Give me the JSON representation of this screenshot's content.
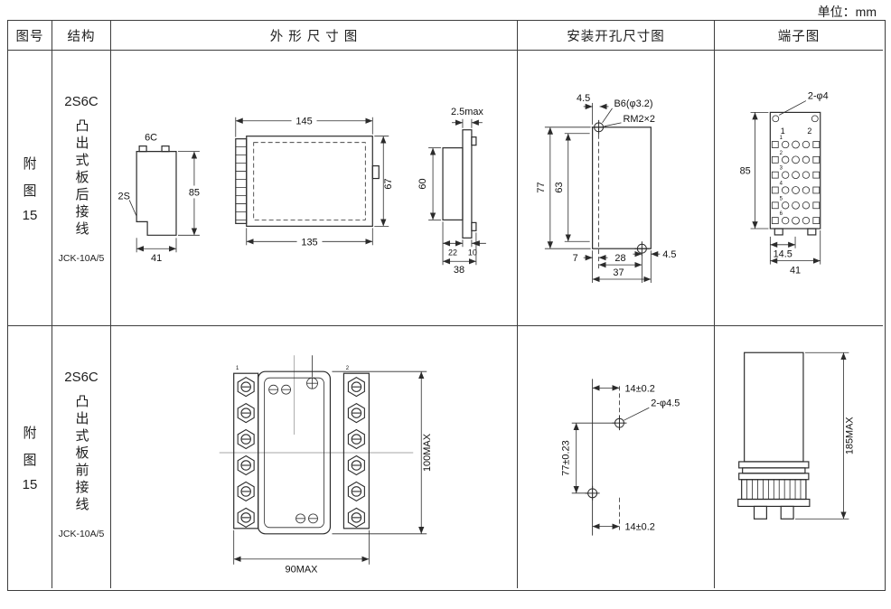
{
  "unit": "单位：mm",
  "headers": [
    "图号",
    "结构",
    "外 形 尺 寸 图",
    "安装开孔尺寸图",
    "端子图"
  ],
  "rows": [
    {
      "fig": [
        "附",
        "图",
        "15"
      ],
      "model": "2S6C",
      "wiring": "凸出式板后接线",
      "part": "JCK-10A/5",
      "outline": {
        "tab": "6C",
        "case": "2S",
        "h": "85",
        "w": "41",
        "l_total": "145",
        "l_body": "135",
        "depth": "67",
        "panel_t": "2.5max",
        "front_h": "60",
        "a": "22",
        "b": "10",
        "c": "38"
      },
      "mounting": {
        "off_top": "4.5",
        "screw": "B6(φ3.2)",
        "stud": "RM2×2",
        "h1": "77",
        "h2": "63",
        "off_l": "7",
        "w1": "28",
        "w2": "37",
        "off_r": "4.5"
      },
      "terminal": {
        "holes": "2-φ4",
        "h": "85",
        "col1": "1",
        "col2": "2",
        "w1": "14.5",
        "w2": "41",
        "rownums": [
          "1",
          "2",
          "3",
          "4",
          "5",
          "6"
        ]
      }
    },
    {
      "fig": [
        "附",
        "图",
        "15"
      ],
      "model": "2S6C",
      "wiring": "凸出式板前接线",
      "part": "JCK-10A/5",
      "outline": {
        "h": "100MAX",
        "w": "90MAX",
        "col1": "1",
        "col2": "2"
      },
      "mounting": {
        "top": "14±0.2",
        "holes": "2-φ4.5",
        "mid": "77±0.23",
        "bottom": "14±0.2"
      },
      "terminal": {
        "h": "185MAX"
      }
    }
  ]
}
